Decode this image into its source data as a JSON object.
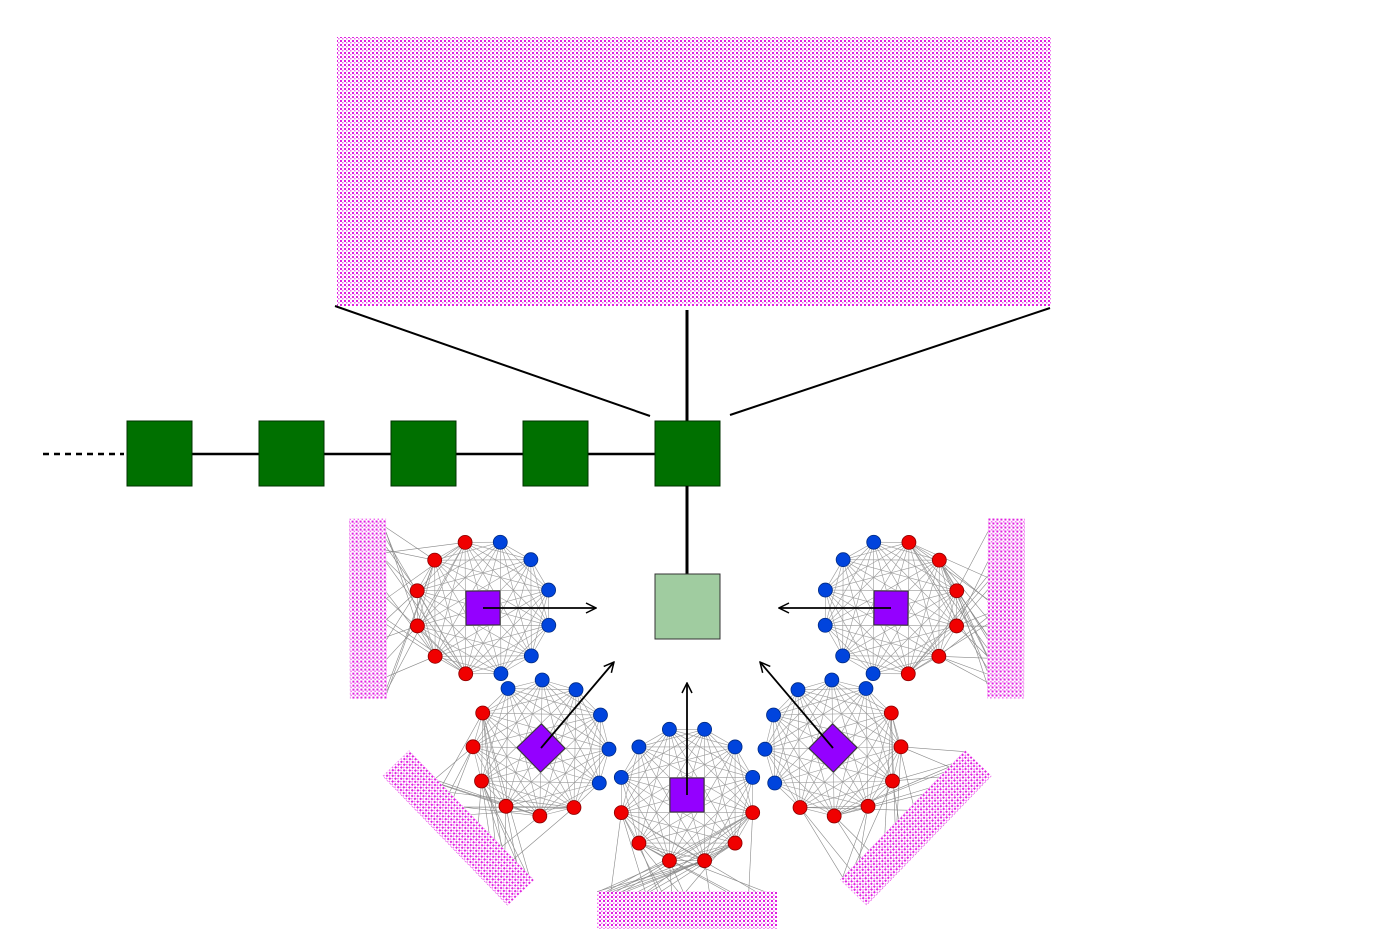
{
  "colors": {
    "chain_block": "#007000",
    "target_block": "#a0cca0",
    "hub": "#9400ff",
    "node_red": "#f00000",
    "node_blue": "#0044dd",
    "pattern": "#e020e0",
    "edge": "#999999"
  },
  "chain": {
    "blocks": 5
  },
  "clusters": {
    "count": 5,
    "red_nodes_per_cluster": 6,
    "blue_nodes_per_cluster": 6
  }
}
